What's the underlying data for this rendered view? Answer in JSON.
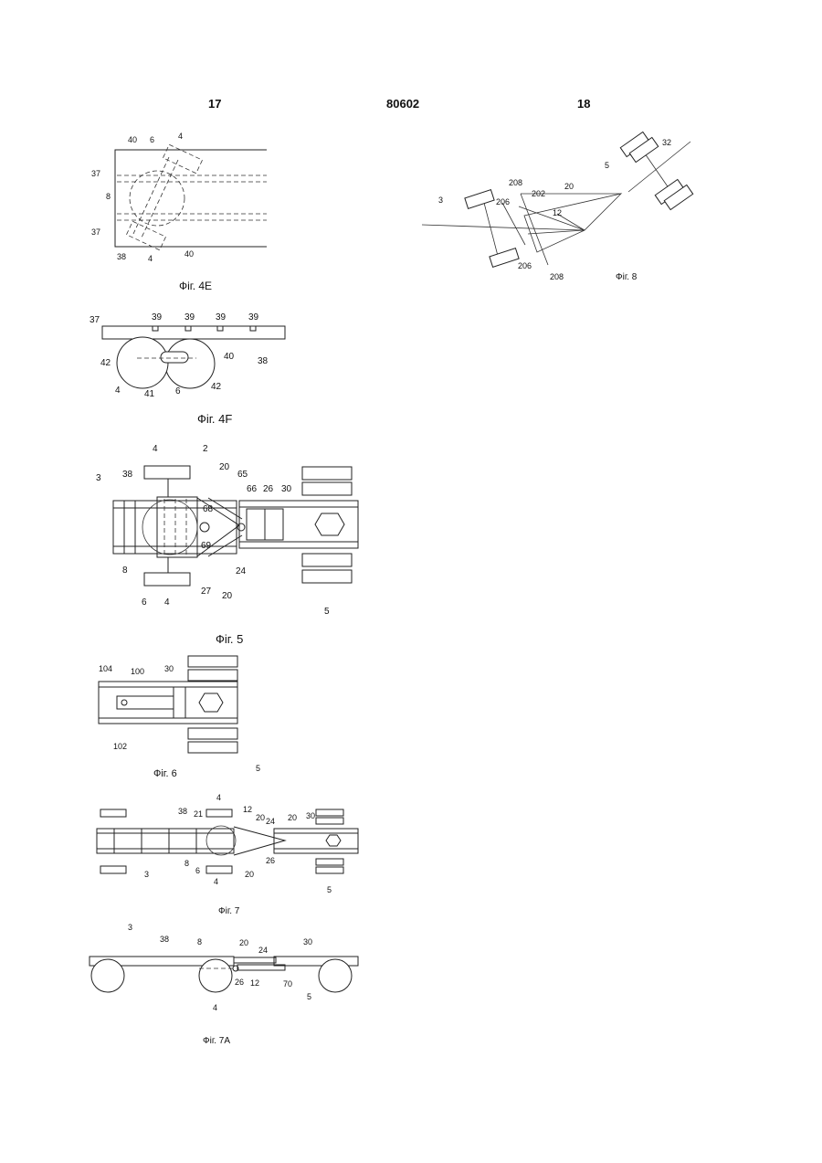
{
  "header": {
    "page_left": "17",
    "doc_number": "80602",
    "page_right": "18"
  },
  "figures": {
    "fig4e": {
      "caption": "Фіг. 4E",
      "labels": [
        "40",
        "6",
        "4",
        "37",
        "8",
        "37",
        "38",
        "4",
        "40"
      ]
    },
    "fig4f": {
      "caption": "Фіг. 4F",
      "labels": [
        "37",
        "39",
        "39",
        "39",
        "39",
        "38",
        "40",
        "42",
        "42",
        "4",
        "41",
        "6"
      ]
    },
    "fig5": {
      "caption": "Фіг. 5",
      "labels": [
        "4",
        "2",
        "3",
        "38",
        "20",
        "65",
        "66",
        "26",
        "30",
        "68",
        "69",
        "8",
        "6",
        "4",
        "27",
        "20",
        "24",
        "5"
      ]
    },
    "fig6": {
      "caption": "Фіг. 6",
      "labels": [
        "104",
        "100",
        "30",
        "102",
        "5"
      ]
    },
    "fig7": {
      "caption": "Фіг. 7",
      "labels": [
        "4",
        "38",
        "21",
        "12",
        "20",
        "24",
        "20",
        "30",
        "8",
        "6",
        "4",
        "20",
        "26",
        "3",
        "5"
      ]
    },
    "fig7a": {
      "caption": "Фіг. 7A",
      "labels": [
        "3",
        "38",
        "8",
        "20",
        "24",
        "30",
        "26",
        "12",
        "70",
        "4",
        "5"
      ]
    },
    "fig8": {
      "caption": "Фіг. 8",
      "labels": [
        "32",
        "5",
        "208",
        "202",
        "20",
        "206",
        "12",
        "3",
        "206",
        "208"
      ]
    }
  }
}
